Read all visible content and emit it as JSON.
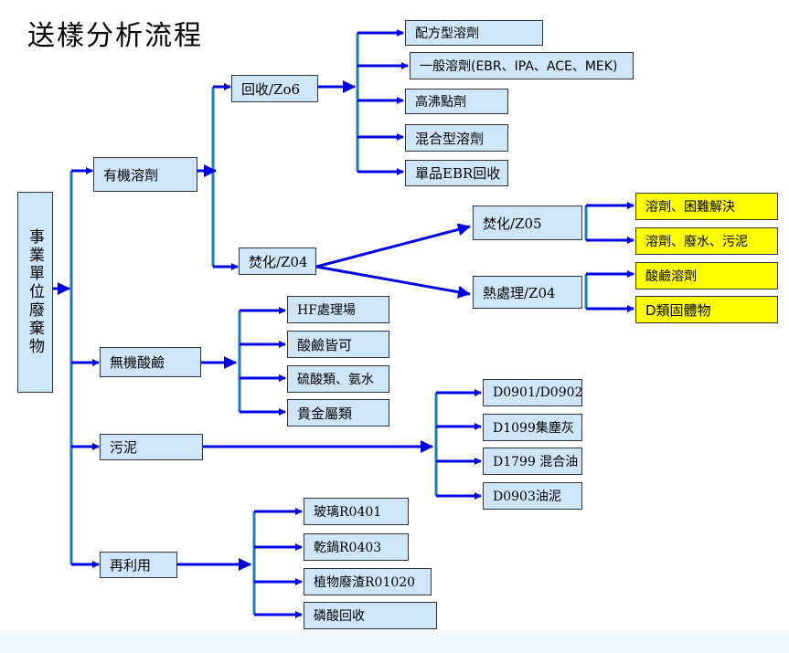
{
  "title": "送樣分析流程",
  "root": "事業單位廢棄物",
  "level1": {
    "organic": "有機溶劑",
    "inorganic": "無機酸鹼",
    "sludge": "污泥",
    "reuse": "再利用"
  },
  "organic_children": {
    "recovery": "回收/Zo6",
    "incineration": "焚化/Z04"
  },
  "recovery_children": [
    "配方型溶劑",
    "一般溶劑(EBR、IPA、ACE、MEK)",
    "高沸點劑",
    "混合型溶劑",
    "單品EBR回收"
  ],
  "incineration_children": {
    "incin": "焚化/Z05",
    "heat": "熱處理/Z04"
  },
  "incin_children": [
    "溶劑、困難解決",
    "溶劑、廢水、污泥"
  ],
  "heat_children": [
    "酸鹼溶劑",
    "D類固體物"
  ],
  "inorganic_children": [
    "HF處理場",
    "酸鹼皆可",
    "硫酸類、氨水",
    "貴金屬類"
  ],
  "sludge_children": [
    "D0901/D0902",
    "D1099集塵灰",
    "D1799 混合油",
    "D0903油泥"
  ],
  "reuse_children": [
    "玻璃R0401",
    "乾鍋R0403",
    "植物廢渣R01020",
    "磷酸回收"
  ],
  "colors": {
    "line": "#1f7ab8",
    "arrow": "#0000e6",
    "box": "#cfe6fa",
    "highlight": "#ffff00"
  }
}
